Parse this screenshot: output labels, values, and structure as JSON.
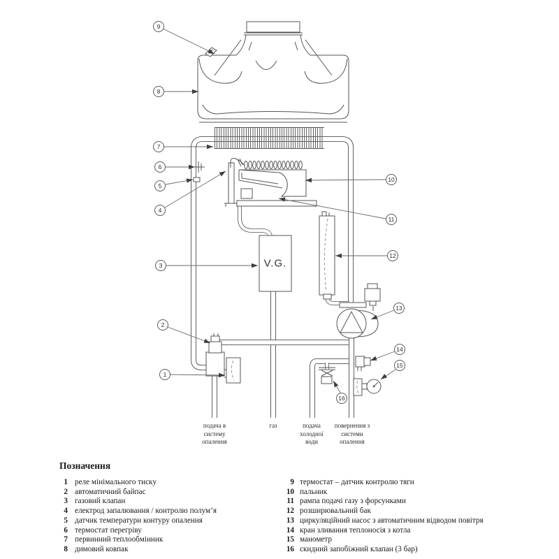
{
  "diagram": {
    "gas_valve_label": "V.G.",
    "callouts": [
      "1",
      "2",
      "3",
      "4",
      "5",
      "6",
      "7",
      "8",
      "9",
      "10",
      "11",
      "12",
      "13",
      "14",
      "15",
      "16"
    ],
    "pipe_labels": {
      "flow": "подача в\nсистему\nопалення",
      "gas": "газ",
      "cold_water": "подача\nхолодної\nводи",
      "return": "повернення з\nсистеми\nопалення"
    }
  },
  "legend": {
    "title": "Позначення",
    "left": [
      {
        "n": "1",
        "text": "реле мінімального тиску"
      },
      {
        "n": "2",
        "text": "автоматичний байпас"
      },
      {
        "n": "3",
        "text": "газовий клапан"
      },
      {
        "n": "4",
        "text": "електрод запалювання / контролю полум’я"
      },
      {
        "n": "5",
        "text": "датчик температури контуру опалення"
      },
      {
        "n": "6",
        "text": "термостат перегріву"
      },
      {
        "n": "7",
        "text": "первинний теплообмінник"
      },
      {
        "n": "8",
        "text": "димовий ковпак"
      }
    ],
    "right": [
      {
        "n": "9",
        "text": "термостат – датчик контролю тяги"
      },
      {
        "n": "10",
        "text": "пальник"
      },
      {
        "n": "11",
        "text": "рампа подачі газу з форсунками"
      },
      {
        "n": "12",
        "text": "розширювальний бак"
      },
      {
        "n": "13",
        "text": "циркуляційний насос з автоматичним відводом повітря"
      },
      {
        "n": "14",
        "text": "кран зливання теплоносія з котла"
      },
      {
        "n": "15",
        "text": "манометр"
      },
      {
        "n": "16",
        "text": "скидний запобіжний клапан (3 бар)"
      }
    ]
  }
}
